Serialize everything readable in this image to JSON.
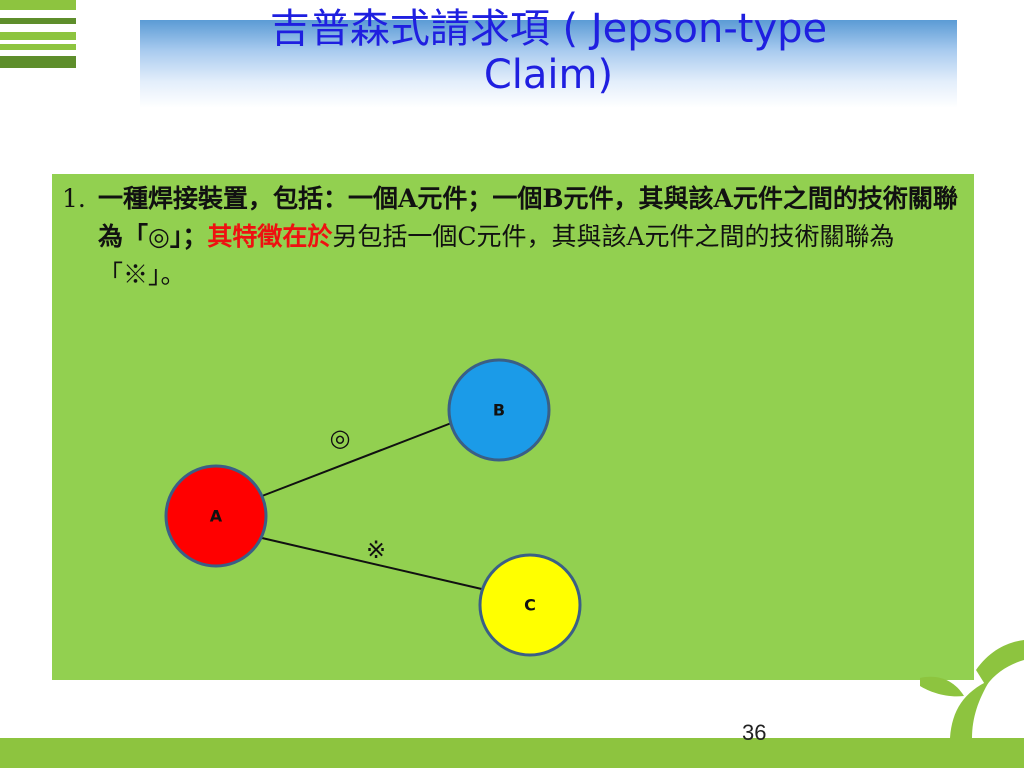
{
  "slide": {
    "title_line1": "吉普森式請求項 ( Jepson-type",
    "title_line2": "Claim)",
    "page_number": "36"
  },
  "claim": {
    "number": "1.",
    "part_bold_1": "一種焊接裝置，包括：一個A元件；一個B元件，其與該A元件之間的技術關聯為「◎」；",
    "part_red": "其特徵在於",
    "part_normal": "另包括一個C元件，其與該A元件之間的技術關聯為「※」。"
  },
  "diagram": {
    "nodes": {
      "a": {
        "label": "A",
        "color": "#ff0000"
      },
      "b": {
        "label": "B",
        "color": "#1b9be8"
      },
      "c": {
        "label": "C",
        "color": "#ffff00"
      }
    },
    "relations": {
      "ab_symbol": "◎",
      "ac_symbol": "※"
    }
  },
  "colors": {
    "accent_green": "#8dc43f",
    "content_green": "#92d050",
    "title_blue": "#1f1fe0"
  }
}
